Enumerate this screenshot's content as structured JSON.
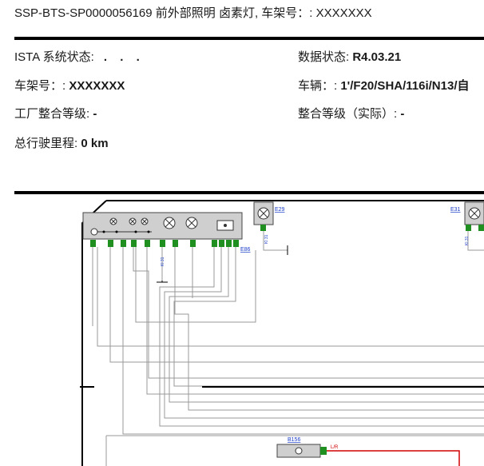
{
  "header": {
    "title": "SSP-BTS-SP0000056169 前外部照明 卤素灯, 车架号：: XXXXXXX"
  },
  "info": {
    "ista_label": "ISTA 系统状态:",
    "ista_value": ". . .",
    "data_status_label": "数据状态:",
    "data_status_value": "R4.03.21",
    "vin_label": "车架号：:",
    "vin_value": "XXXXXXX",
    "vehicle_label": "车辆：:",
    "vehicle_value": "1'/F20/SHA/116i/N13/自",
    "factory_level_label": "工厂整合等级:",
    "factory_level_value": "-",
    "actual_level_label": "整合等级（实际）:",
    "actual_level_value": "-",
    "mileage_label": "总行驶里程:",
    "mileage_value": "0 km"
  },
  "diagram": {
    "labels": {
      "e29": "E29",
      "e31": "E31",
      "e86": "E86",
      "b156": "B156",
      "kl31_a": "Kl 31",
      "kl31_b": "Kl 31",
      "kl31_c": "Kl 31",
      "wire": "L/R"
    },
    "colors": {
      "wire_green": "#1f8f1f",
      "wire_red": "#d00000",
      "label_blue": "#1a3cc8",
      "component_gray": "#cfcfcf"
    }
  }
}
